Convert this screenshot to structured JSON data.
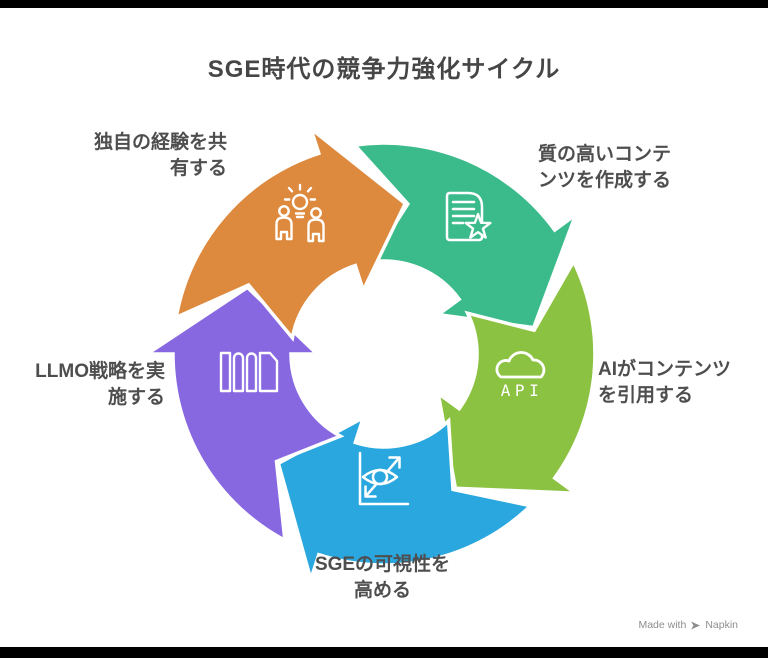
{
  "title": "SGE時代の競争力強化サイクル",
  "cycle": {
    "api_label": "API",
    "steps": [
      {
        "id": "create-quality-content",
        "label": "質の高いコンテ\nンツを作成する",
        "color": "#3BBB8C",
        "icon": "document-star-icon"
      },
      {
        "id": "ai-cites-content",
        "label": "AIがコンテンツ\nを引用する",
        "color": "#8CC241",
        "icon": "cloud-api-icon"
      },
      {
        "id": "increase-sge-visibility",
        "label": "SGEの可視性を\n高める",
        "color": "#2AA7DE",
        "icon": "visibility-growth-icon"
      },
      {
        "id": "implement-llmo-strategy",
        "label": "LLMO戦略を実\n施する",
        "color": "#8768E1",
        "icon": "books-icon"
      },
      {
        "id": "share-unique-experience",
        "label": "独自の経験を共\n有する",
        "color": "#DD8A3F",
        "icon": "people-idea-icon"
      }
    ]
  },
  "watermark": {
    "made_with": "Made with",
    "brand": "Napkin"
  }
}
